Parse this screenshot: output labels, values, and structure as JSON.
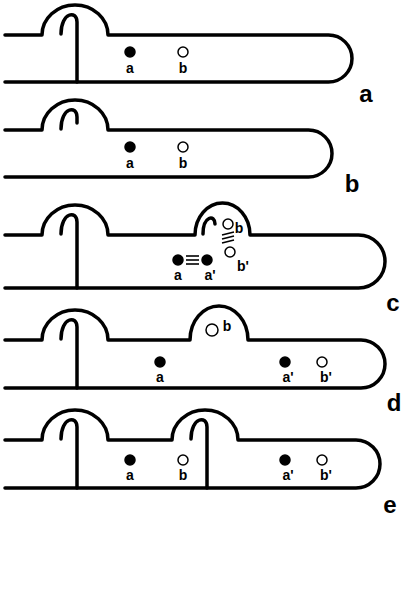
{
  "diagram": {
    "labels": [
      "a",
      "b",
      "a",
      "a",
      "b",
      "b",
      "b",
      "b'",
      "a",
      "a'",
      "c",
      "b",
      "a",
      "a'",
      "b'",
      "d",
      "a",
      "b",
      "a'",
      "b'",
      "e"
    ]
  }
}
